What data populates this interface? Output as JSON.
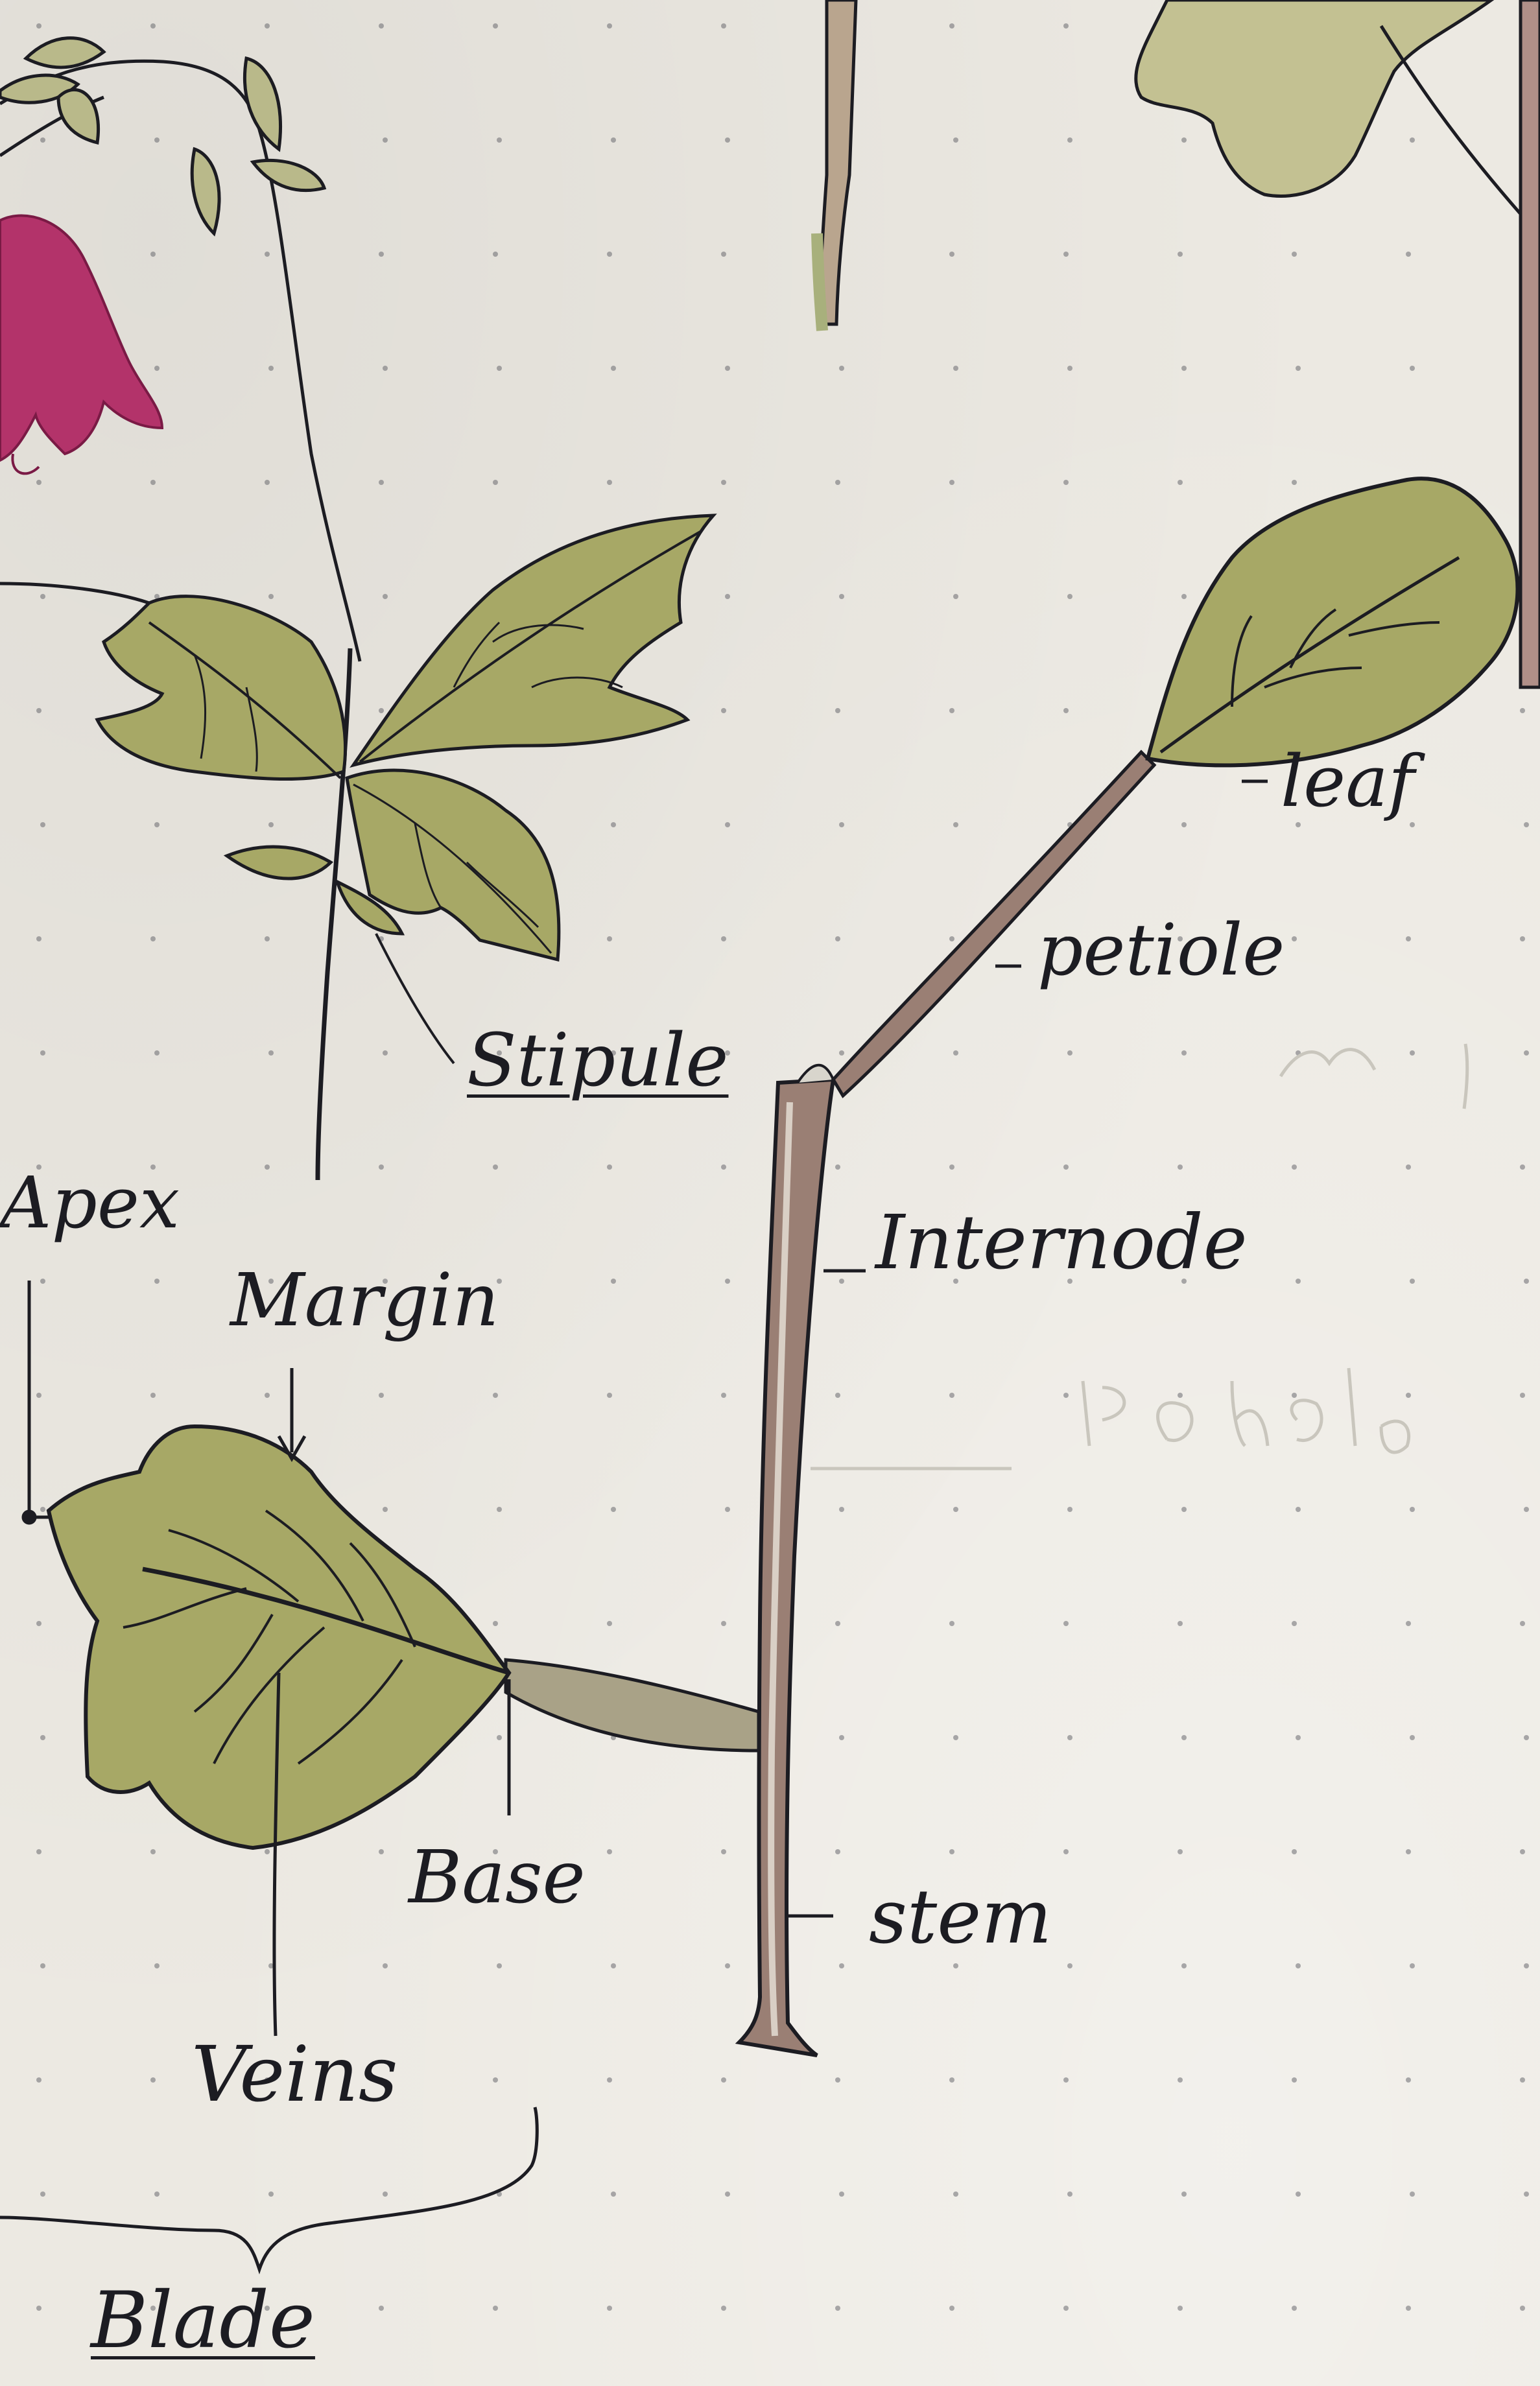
{
  "diagram": {
    "labels": {
      "leaf": "leaf",
      "petiole": "petiole",
      "stipule": "Stipule",
      "apex": "Apex",
      "margin": "Margin",
      "internode": "Internode",
      "base": "Base",
      "stem": "stem",
      "veins": "Veins",
      "blade": "Blade"
    },
    "colors": {
      "paper": "#ece9e2",
      "ink": "#1c1c22",
      "leaf_fill": "#a7a866",
      "leaf_fill_light": "#c3c192",
      "stem_fill": "#9a7f74",
      "flower": "#b3336a",
      "dot": "#6a6a70"
    }
  }
}
